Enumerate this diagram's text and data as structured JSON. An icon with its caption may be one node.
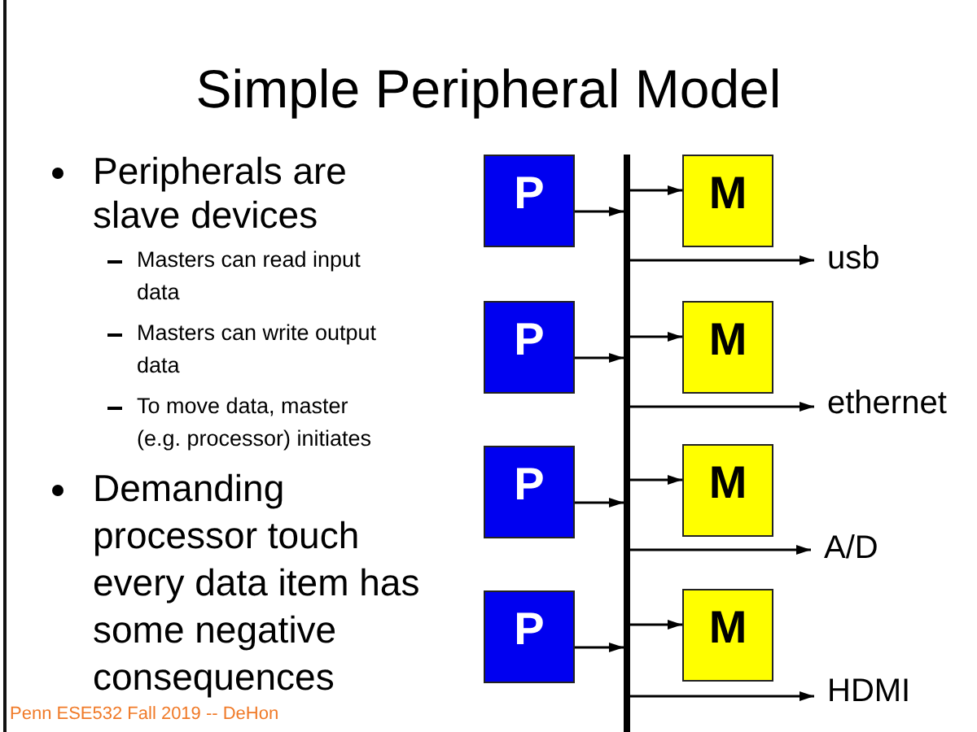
{
  "diagram": {
    "title": "Simple Peripheral Model",
    "nodes": [
      {
        "text": [
          "P"
        ]
      },
      {
        "text": [
          "P"
        ]
      },
      {
        "text": [
          "P"
        ]
      },
      {
        "text": [
          "P"
        ]
      },
      {
        "text": [],
        "shape": "bar"
      },
      {
        "text": [
          "M"
        ]
      },
      {
        "text": [
          "M"
        ]
      },
      {
        "text": [
          "M"
        ]
      },
      {
        "text": [
          "M"
        ]
      },
      {
        "text": [
          "usb"
        ]
      },
      {
        "text": [
          "ethernet"
        ]
      },
      {
        "text": [
          "A/D"
        ]
      },
      {
        "text": [
          "HDMI"
        ]
      }
    ],
    "edges": [
      {
        "from": 0,
        "to": 4,
        "arrow": "to"
      },
      {
        "from": 4,
        "to": 5,
        "arrow": "to"
      },
      {
        "from": 4,
        "to": 9,
        "arrow": "to"
      },
      {
        "from": 1,
        "to": 4,
        "arrow": "to"
      },
      {
        "from": 4,
        "to": 6,
        "arrow": "to"
      },
      {
        "from": 4,
        "to": 10,
        "arrow": "to"
      },
      {
        "from": 2,
        "to": 4,
        "arrow": "to"
      },
      {
        "from": 4,
        "to": 7,
        "arrow": "to"
      },
      {
        "from": 4,
        "to": 11,
        "arrow": "to"
      },
      {
        "from": 3,
        "to": 4,
        "arrow": "to"
      },
      {
        "from": 4,
        "to": 8,
        "arrow": "to"
      },
      {
        "from": 4,
        "to": 12,
        "arrow": "to"
      }
    ],
    "labels": [
      "Peripherals are slave devices",
      "Masters can read input data",
      "Masters can write output data",
      "To move data, master (e.g. processor) initiates",
      "Demanding processor touch every data item has some negative consequences",
      "Penn ESE532 Fall 2019 -- DeHon"
    ]
  }
}
